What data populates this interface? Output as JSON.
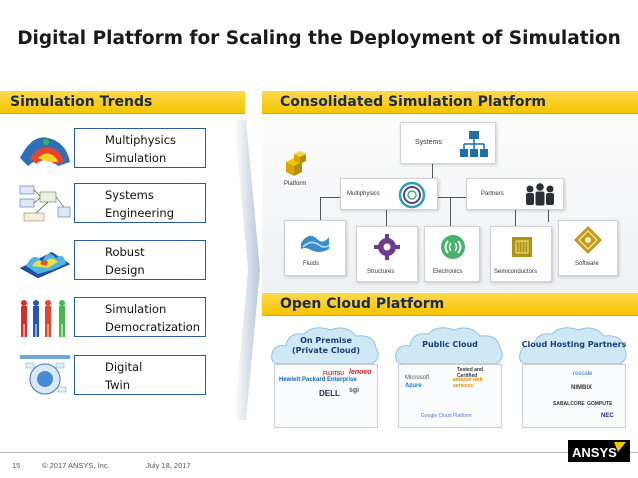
{
  "slide": {
    "title": "Digital Platform for Scaling the Deployment of Simulation"
  },
  "trends": {
    "header": "Simulation Trends",
    "items": [
      {
        "line1": "Multiphysics",
        "line2": "Simulation"
      },
      {
        "line1": "Systems",
        "line2": "Engineering"
      },
      {
        "line1": "Robust",
        "line2": "Design"
      },
      {
        "line1": "Simulation",
        "line2": "Democratization"
      },
      {
        "line1": "Digital",
        "line2": "Twin"
      }
    ]
  },
  "platform": {
    "header": "Consolidated Simulation Platform",
    "systems": "Systems",
    "platform": "Platform",
    "multiphysics": "Multiphysics",
    "partners": "Partners",
    "fluids": "Fluids",
    "structures": "Structures",
    "electronics": "Electronics",
    "semiconductors": "Semiconductors",
    "software": "Software"
  },
  "cloud": {
    "header": "Open Cloud Platform",
    "on_premise_1": "On Premise",
    "on_premise_2": "(Private Cloud)",
    "public": "Public Cloud",
    "hosting": "Cloud Hosting Partners",
    "tested": "Tested and Certified",
    "logos": {
      "lenovo": "lenovo",
      "dell": "DELL",
      "fujitsu": "FUJITSU",
      "hpe": "Hewlett Packard Enterprise",
      "sgi": "sgi",
      "microsoft": "Microsoft",
      "azure": "Azure",
      "amazon": "amazon web services",
      "google": "Google Cloud Platform",
      "nimbix": "NIMBIX",
      "sabalcore": "SABALCORE",
      "gompute": "GOMPUTE",
      "nec": "NEC",
      "rescale": "rescale"
    }
  },
  "footer": {
    "page": "15",
    "copyright": "© 2017 ANSYS, Inc.",
    "date": "July 18, 2017",
    "logo": "ANSYS"
  },
  "colors": {
    "band": "#f5c400",
    "band_text": "#1b2a55",
    "box_border": "#2a5d9e",
    "cloud": "#cfe8f6"
  }
}
